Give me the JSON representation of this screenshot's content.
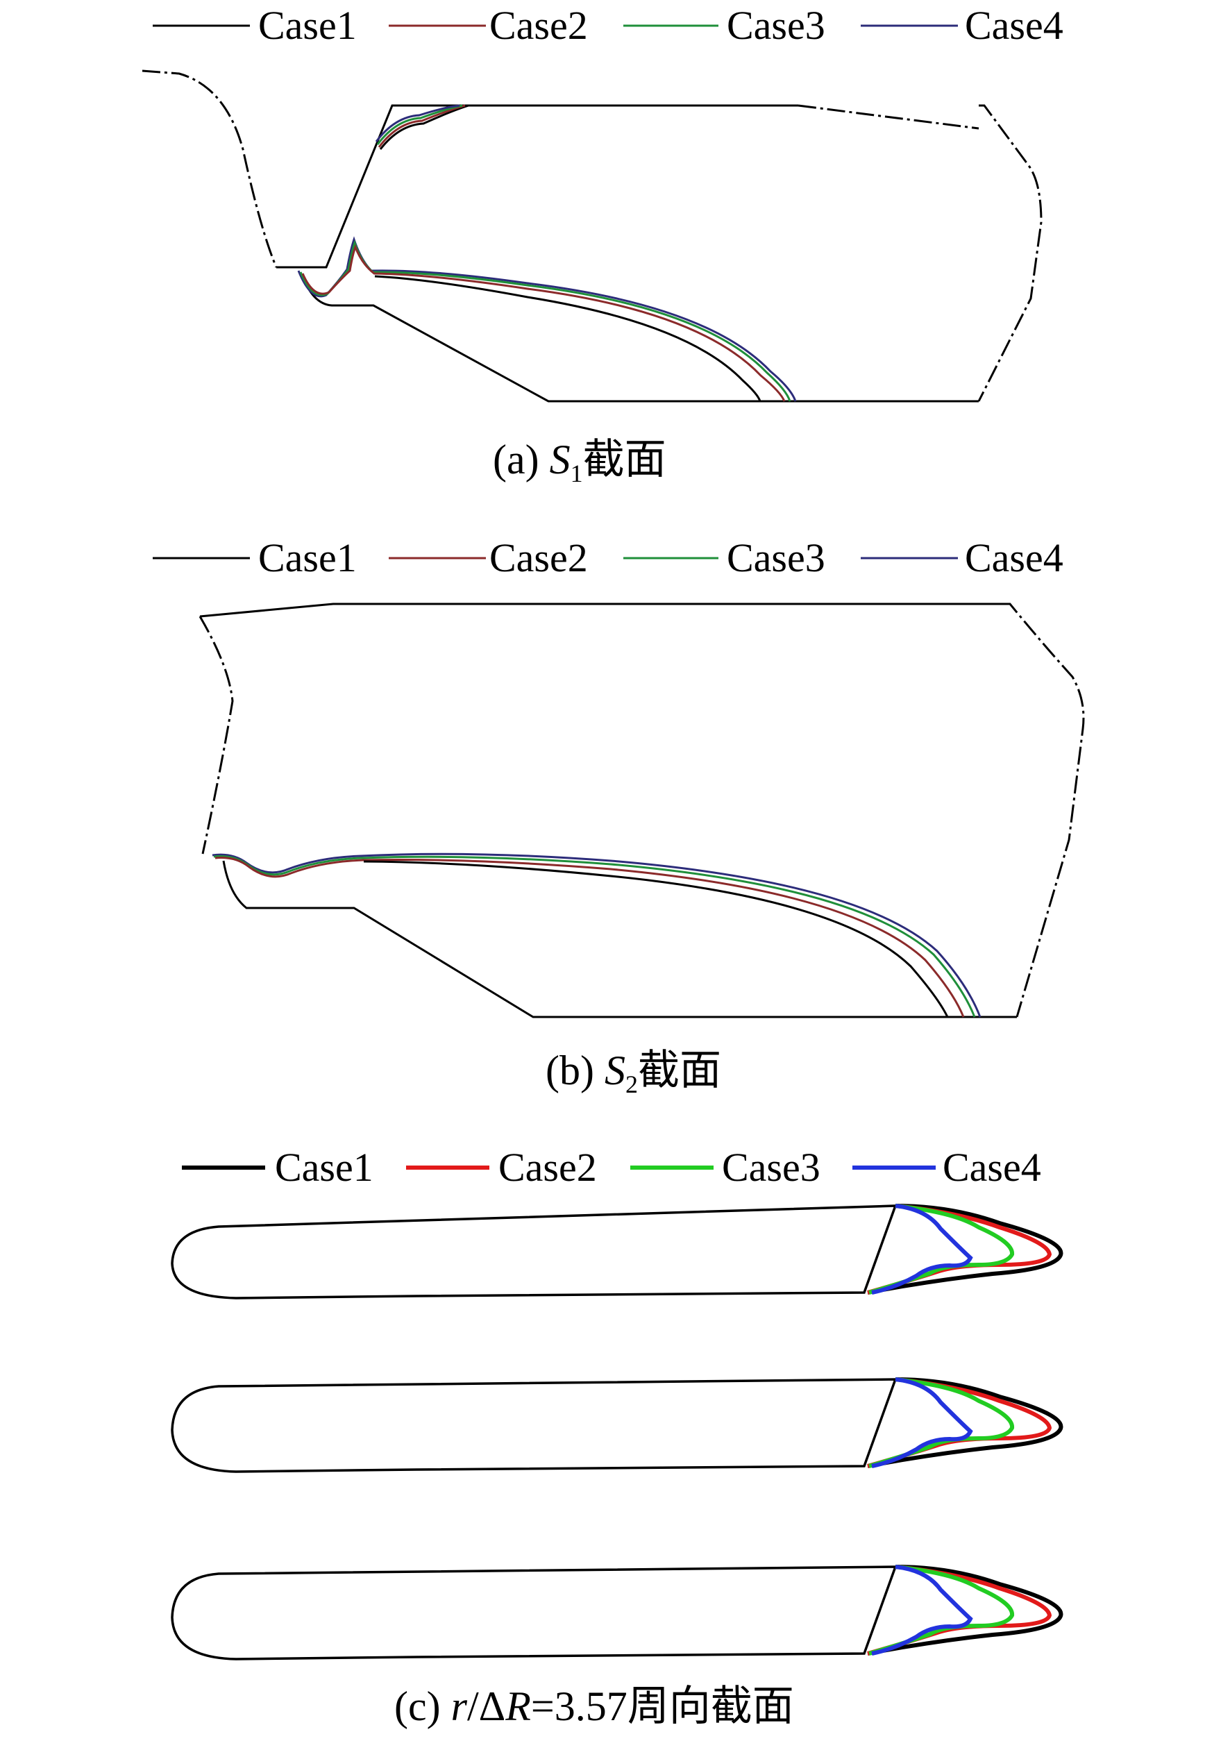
{
  "legend_top": {
    "items": [
      {
        "label": "Case1",
        "color": "#000000"
      },
      {
        "label": "Case2",
        "color": "#8b2a2a"
      },
      {
        "label": "Case3",
        "color": "#1f8f3a"
      },
      {
        "label": "Case4",
        "color": "#2c2c7a"
      }
    ]
  },
  "legend_bottom": {
    "items": [
      {
        "label": "Case1",
        "color": "#000000"
      },
      {
        "label": "Case2",
        "color": "#e21a1a"
      },
      {
        "label": "Case3",
        "color": "#22cc22"
      },
      {
        "label": "Case4",
        "color": "#2233dd"
      }
    ]
  },
  "panel_a": {
    "prefix": "(a) ",
    "var": "S",
    "sub": "1",
    "suffix": "截面"
  },
  "panel_b": {
    "prefix": "(b) ",
    "var": "S",
    "sub": "2",
    "suffix": "截面"
  },
  "panel_c": {
    "prefix": "(c) ",
    "var_r": "r",
    "slash": "/Δ",
    "var_R": "R",
    "suffix": "=3.57周向截面"
  }
}
